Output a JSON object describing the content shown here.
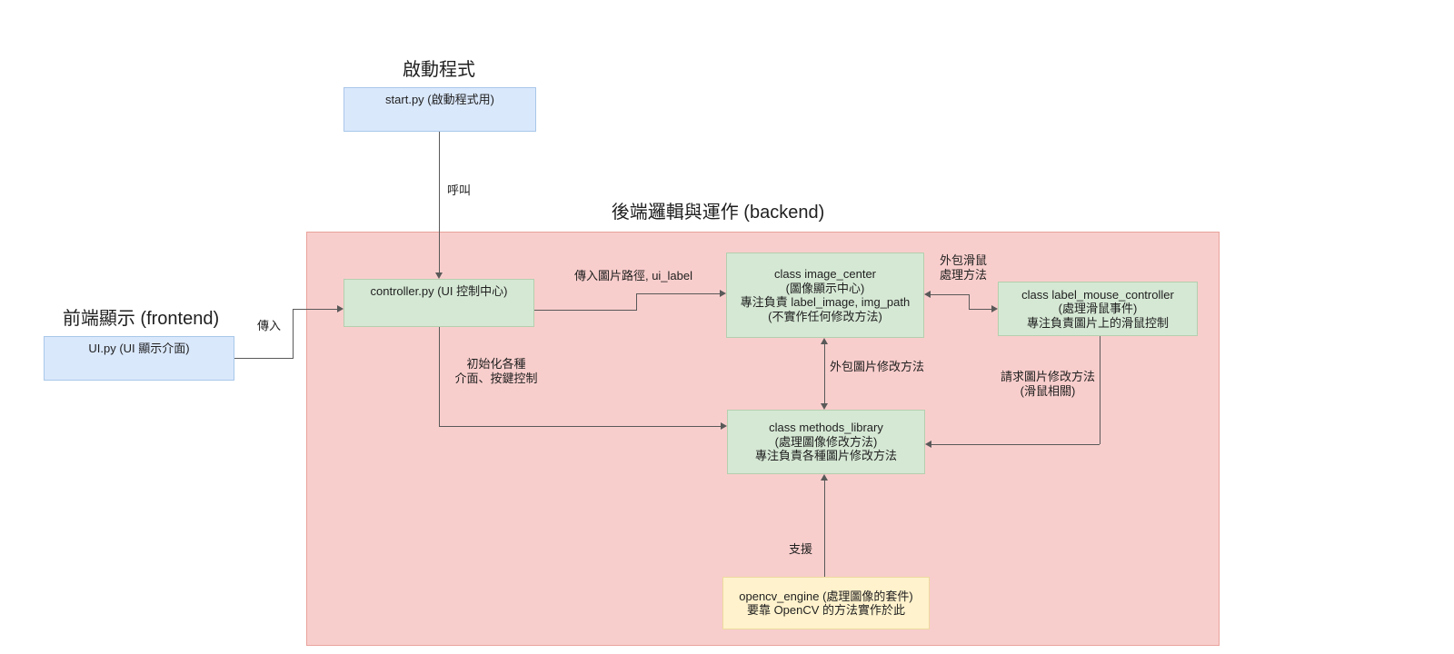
{
  "titles": {
    "start": "啟動程式",
    "frontend": "前端顯示 (frontend)",
    "backend": "後端邏輯與運作 (backend)"
  },
  "nodes": {
    "start_py": {
      "lines": [
        "start.py (啟動程式用)"
      ]
    },
    "ui_py": {
      "lines": [
        "UI.py (UI 顯示介面)"
      ]
    },
    "controller_py": {
      "lines": [
        "controller.py (UI 控制中心)"
      ]
    },
    "image_center": {
      "lines": [
        "class image_center",
        "(圖像顯示中心)",
        "專注負責 label_image, img_path",
        "(不實作任何修改方法)"
      ]
    },
    "label_mouse_controller": {
      "lines": [
        "class label_mouse_controller",
        "(處理滑鼠事件)",
        "專注負責圖片上的滑鼠控制"
      ]
    },
    "methods_library": {
      "lines": [
        "class methods_library",
        "(處理圖像修改方法)",
        "專注負責各種圖片修改方法"
      ]
    },
    "opencv_engine": {
      "lines": [
        "opencv_engine (處理圖像的套件)",
        "要靠 OpenCV 的方法實作於此"
      ]
    }
  },
  "edge_labels": {
    "call": "呼叫",
    "pass_in": "傳入",
    "pass_image_path": "傳入圖片路徑, ui_label",
    "outsource_mouse_line1": "外包滑鼠",
    "outsource_mouse_line2": "處理方法",
    "outsource_image_modify": "外包圖片修改方法",
    "request_modify_line1": "請求圖片修改方法",
    "request_modify_line2": "(滑鼠相關)",
    "init_line1": "初始化各種",
    "init_line2": "介面、按鍵控制",
    "support": "支援"
  },
  "colors": {
    "background": "#ffffff",
    "backend_region_fill": "#f8cecc",
    "backend_region_stroke": "#e9a29c",
    "blue_fill": "#dae8fc",
    "blue_stroke": "#a9c7e9",
    "green_fill": "#d5e8d4",
    "green_stroke": "#b4cfae",
    "yellow_fill": "#fff2cc",
    "yellow_stroke": "#eeda9f",
    "edge": "#595959",
    "text": "#1f1f1f"
  }
}
